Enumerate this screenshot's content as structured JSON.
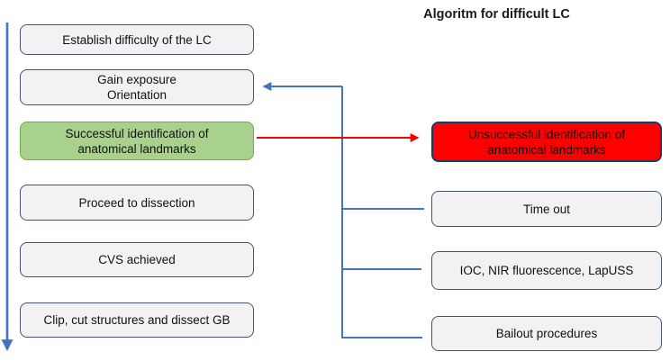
{
  "title": "Algoritm for difficult LC",
  "colors": {
    "box_fill": "#f2f2f2",
    "box_border": "#44546a",
    "success_fill": "#a9d18e",
    "success_border": "#70ad47",
    "failure_fill": "#ff0000",
    "failure_border": "#203864",
    "connector_blue": "#4472c4",
    "connector_red": "#ff0000",
    "text": "#111111"
  },
  "left_column": {
    "boxes": [
      {
        "label": "Establish difficulty of the LC"
      },
      {
        "label": "Gain exposure\nOrientation"
      },
      {
        "label": "Successful identification of\nanatomical landmarks"
      },
      {
        "label": "Proceed to dissection"
      },
      {
        "label": "CVS achieved"
      },
      {
        "label": "Clip, cut structures and dissect GB"
      }
    ]
  },
  "right_column": {
    "boxes": [
      {
        "label": "Unsuccessful identification of\nanatomical landmarks"
      },
      {
        "label": "Time out"
      },
      {
        "label": "IOC, NIR fluorescence, LapUSS"
      },
      {
        "label": "Bailout procedures"
      }
    ]
  }
}
